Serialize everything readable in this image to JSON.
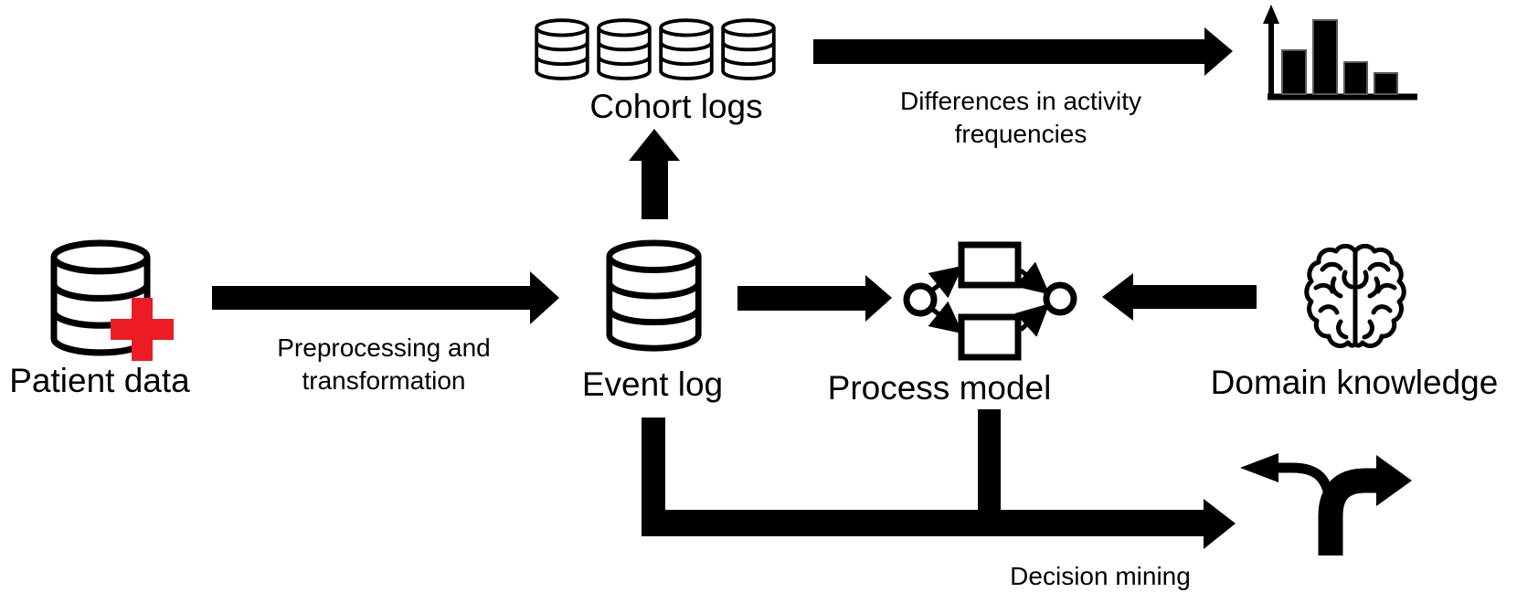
{
  "colors": {
    "ink": "#000000",
    "cross_red": "#ED1C24",
    "bg": "#FFFFFF"
  },
  "nodes": {
    "patient_data": {
      "label": "Patient data",
      "icon": "database-medical-cross"
    },
    "cohort_logs": {
      "label": "Cohort logs",
      "icon": "database-stack-x4"
    },
    "event_log": {
      "label": "Event log",
      "icon": "database"
    },
    "process_model": {
      "label": "Process model",
      "icon": "petri-net-model"
    },
    "domain_knowledge": {
      "label": "Domain knowledge",
      "icon": "brain"
    }
  },
  "edges": {
    "preprocessing": {
      "line1": "Preprocessing and",
      "line2": "transformation"
    },
    "differences": {
      "line1": "Differences in activity",
      "line2": "frequencies",
      "result_icon": "bar-chart"
    },
    "decision": {
      "label": "Decision mining",
      "result_icon": "road-fork"
    }
  }
}
